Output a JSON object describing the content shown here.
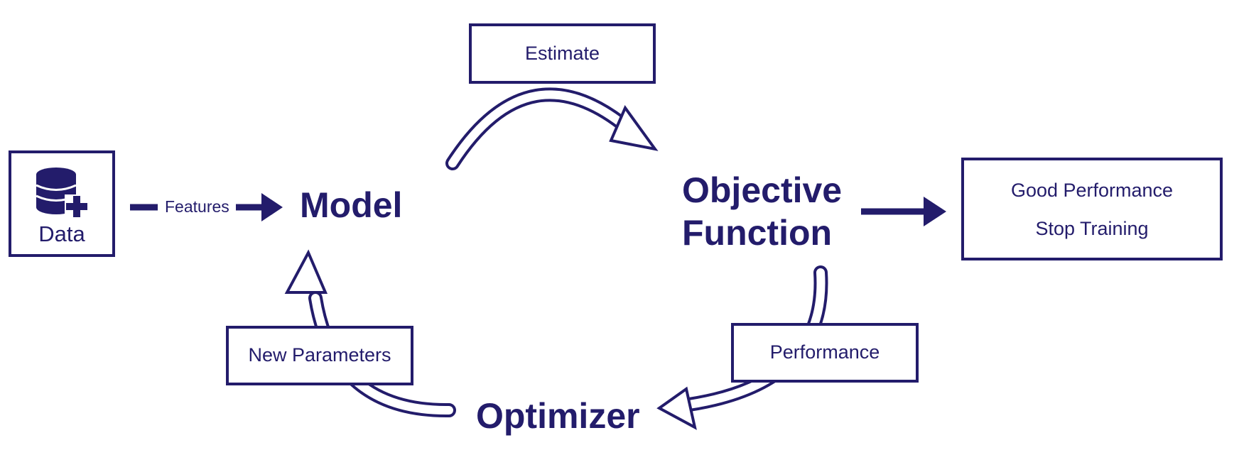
{
  "colors": {
    "primary": "#231c6b",
    "background": "#ffffff"
  },
  "data_box": {
    "label": "Data",
    "icon": "database-add-icon"
  },
  "features_label": "Features",
  "model_label": "Model",
  "objective": {
    "line1": "Objective",
    "line2": "Function"
  },
  "optimizer_label": "Optimizer",
  "estimate_label": "Estimate",
  "performance_label": "Performance",
  "new_parameters_label": "New Parameters",
  "result_box": {
    "line1": "Good Performance",
    "line2": "Stop Training"
  }
}
